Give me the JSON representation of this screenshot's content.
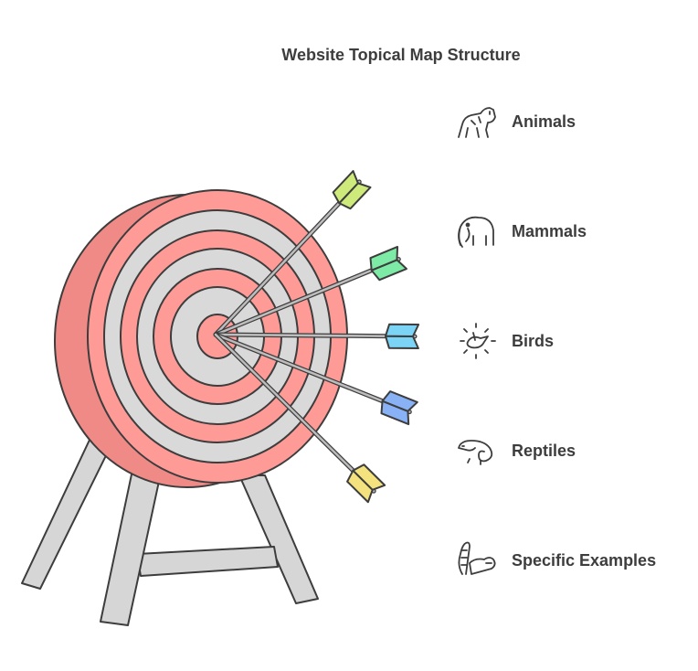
{
  "title": "Website Topical Map Structure",
  "items": [
    {
      "label": "Animals",
      "icon": "tiger-icon",
      "fletch": "#cdea7a"
    },
    {
      "label": "Mammals",
      "icon": "mammoth-icon",
      "fletch": "#7deaa6"
    },
    {
      "label": "Birds",
      "icon": "bird-icon",
      "fletch": "#7bd3f5"
    },
    {
      "label": "Reptiles",
      "icon": "chameleon-icon",
      "fletch": "#89b1f5"
    },
    {
      "label": "Specific Examples",
      "icon": "raccoon-icon",
      "fletch": "#f3e27e"
    }
  ],
  "colors": {
    "target_red": "#ff9b97",
    "ring_gray": "#d9d9d9",
    "stand_gray": "#d6d6d6",
    "outline": "#3d3d3d"
  }
}
